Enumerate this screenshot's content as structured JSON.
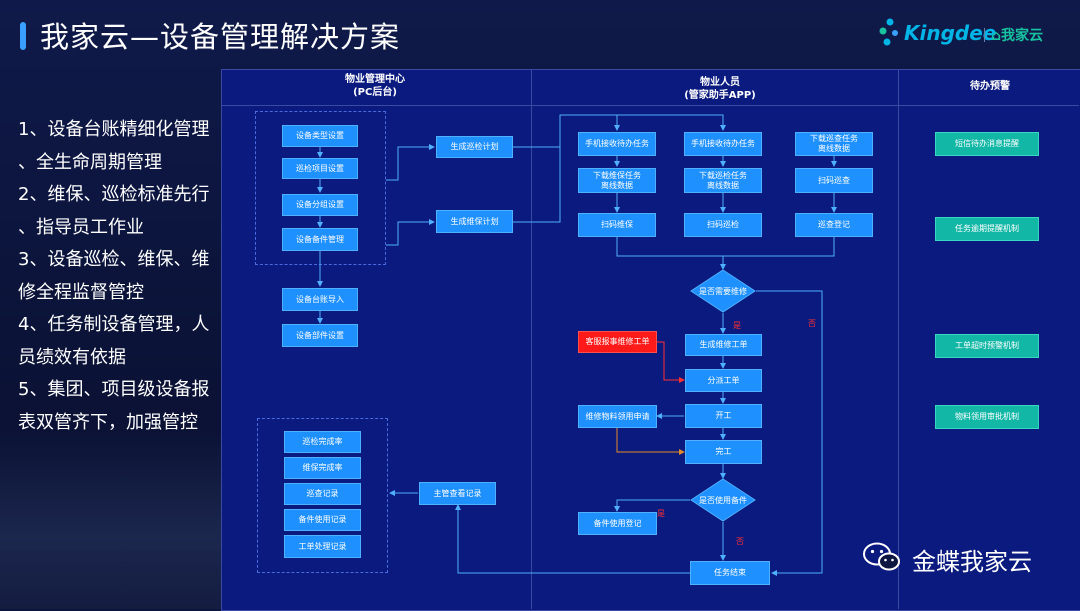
{
  "title": "我家云—设备管理解决方案",
  "logo": {
    "brand": "Kingdee",
    "sub": "我家云"
  },
  "features": [
    "1、设备台账精细化管理",
    "、全生命周期管理",
    "2、维保、巡检标准先行",
    "、指导员工作业",
    "3、设备巡检、维保、维",
    "修全程监督管控",
    "4、任务制设备管理，人",
    "员绩效有依据",
    "5、集团、项目级设备报",
    "表双管齐下，加强管控"
  ],
  "columns": {
    "pc": "物业管理中心\n(PC后台)",
    "staff": "物业人员\n(管家助手APP)",
    "alert": "待办预警"
  },
  "pc_setup": [
    "设备类型设置",
    "巡检项目设置",
    "设备分组设置",
    "设备备件管理"
  ],
  "pc_more": [
    "设备台账导入",
    "设备部件设置"
  ],
  "plans": [
    "生成巡检计划",
    "生成维保计划"
  ],
  "reports": [
    "巡检完成率",
    "维保完成率",
    "巡查记录",
    "备件使用记录",
    "工单处理记录"
  ],
  "supervisor": "主管查看记录",
  "lane1": [
    "手机接收待办任务",
    "下载维保任务\n离线数据",
    "扫码维保"
  ],
  "lane2": [
    "手机接收待办任务",
    "下载巡检任务\n离线数据",
    "扫码巡检"
  ],
  "lane3": [
    "下载巡查任务\n离线数据",
    "扫码巡查",
    "巡查登记"
  ],
  "decision_repair": "是否需要维修",
  "repair_flow": [
    "生成维修工单",
    "分派工单",
    "开工",
    "完工"
  ],
  "customer_report": "客服报事维修工单",
  "material_request": "维修物料领用申请",
  "decision_parts": "是否使用备件",
  "parts_register": "备件使用登记",
  "task_end": "任务结束",
  "labels": {
    "yes": "是",
    "no": "否"
  },
  "alerts": [
    "短信待办消息提醒",
    "任务逾期提醒机制",
    "工单超时预警机制",
    "物料领用审批机制"
  ],
  "wechat": "金蝶我家云"
}
